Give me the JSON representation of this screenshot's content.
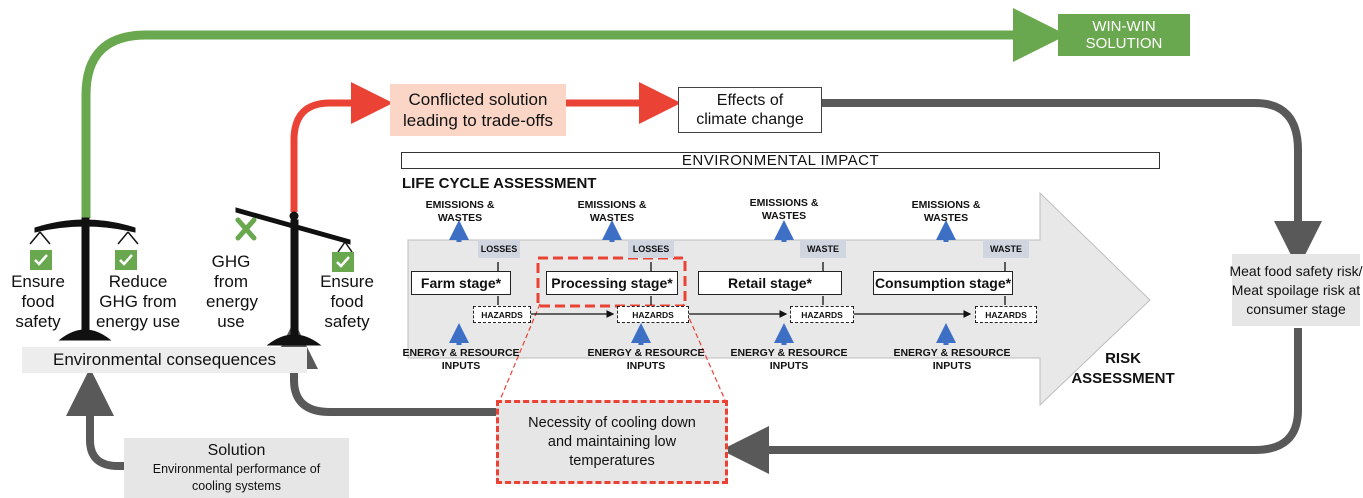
{
  "win_win": "WIN-WIN\nSOLUTION",
  "conflicted": "Conflicted solution\nleading to trade-offs",
  "effects": "Effects of\nclimate change",
  "env_impact": "ENVIRONMENTAL IMPACT",
  "lca_title": "LIFE CYCLE ASSESSMENT",
  "risk_assessment": "RISK\nASSESSMENT",
  "meat_risk": "Meat food safety risk/\nMeat spoilage risk at\nconsumer stage",
  "necessity": "Necessity of cooling down\nand maintaining low\ntemperatures",
  "solution_title": "Solution",
  "solution_sub": "Environmental performance of\ncooling systems",
  "env_consequences": "Environmental consequences",
  "left_scale": {
    "left": "Ensure\nfood\nsafety",
    "right": "Reduce\nGHG from\nenergy use"
  },
  "mid_scale": {
    "left": "GHG\nfrom\nenergy\nuse",
    "right": "Ensure\nfood\nsafety"
  },
  "emissions": "EMISSIONS &\nWASTES",
  "energy": "ENERGY & RESOURCE\nINPUTS",
  "hazards": "HAZARDS",
  "stages": [
    {
      "name": "Farm stage*",
      "tag": "LOSSES"
    },
    {
      "name": "Processing stage*",
      "tag": "LOSSES"
    },
    {
      "name": "Retail stage*",
      "tag": "WASTE"
    },
    {
      "name": "Consumption stage*",
      "tag": "WASTE"
    }
  ],
  "colors": {
    "green": "#6aa84f",
    "red": "#ea4335",
    "gray": "#595959",
    "light_gray": "#e6e6e6",
    "peach": "#fbd6c7",
    "arrow_bg": "#e8e8e8",
    "blue": "#3d6fc5"
  }
}
